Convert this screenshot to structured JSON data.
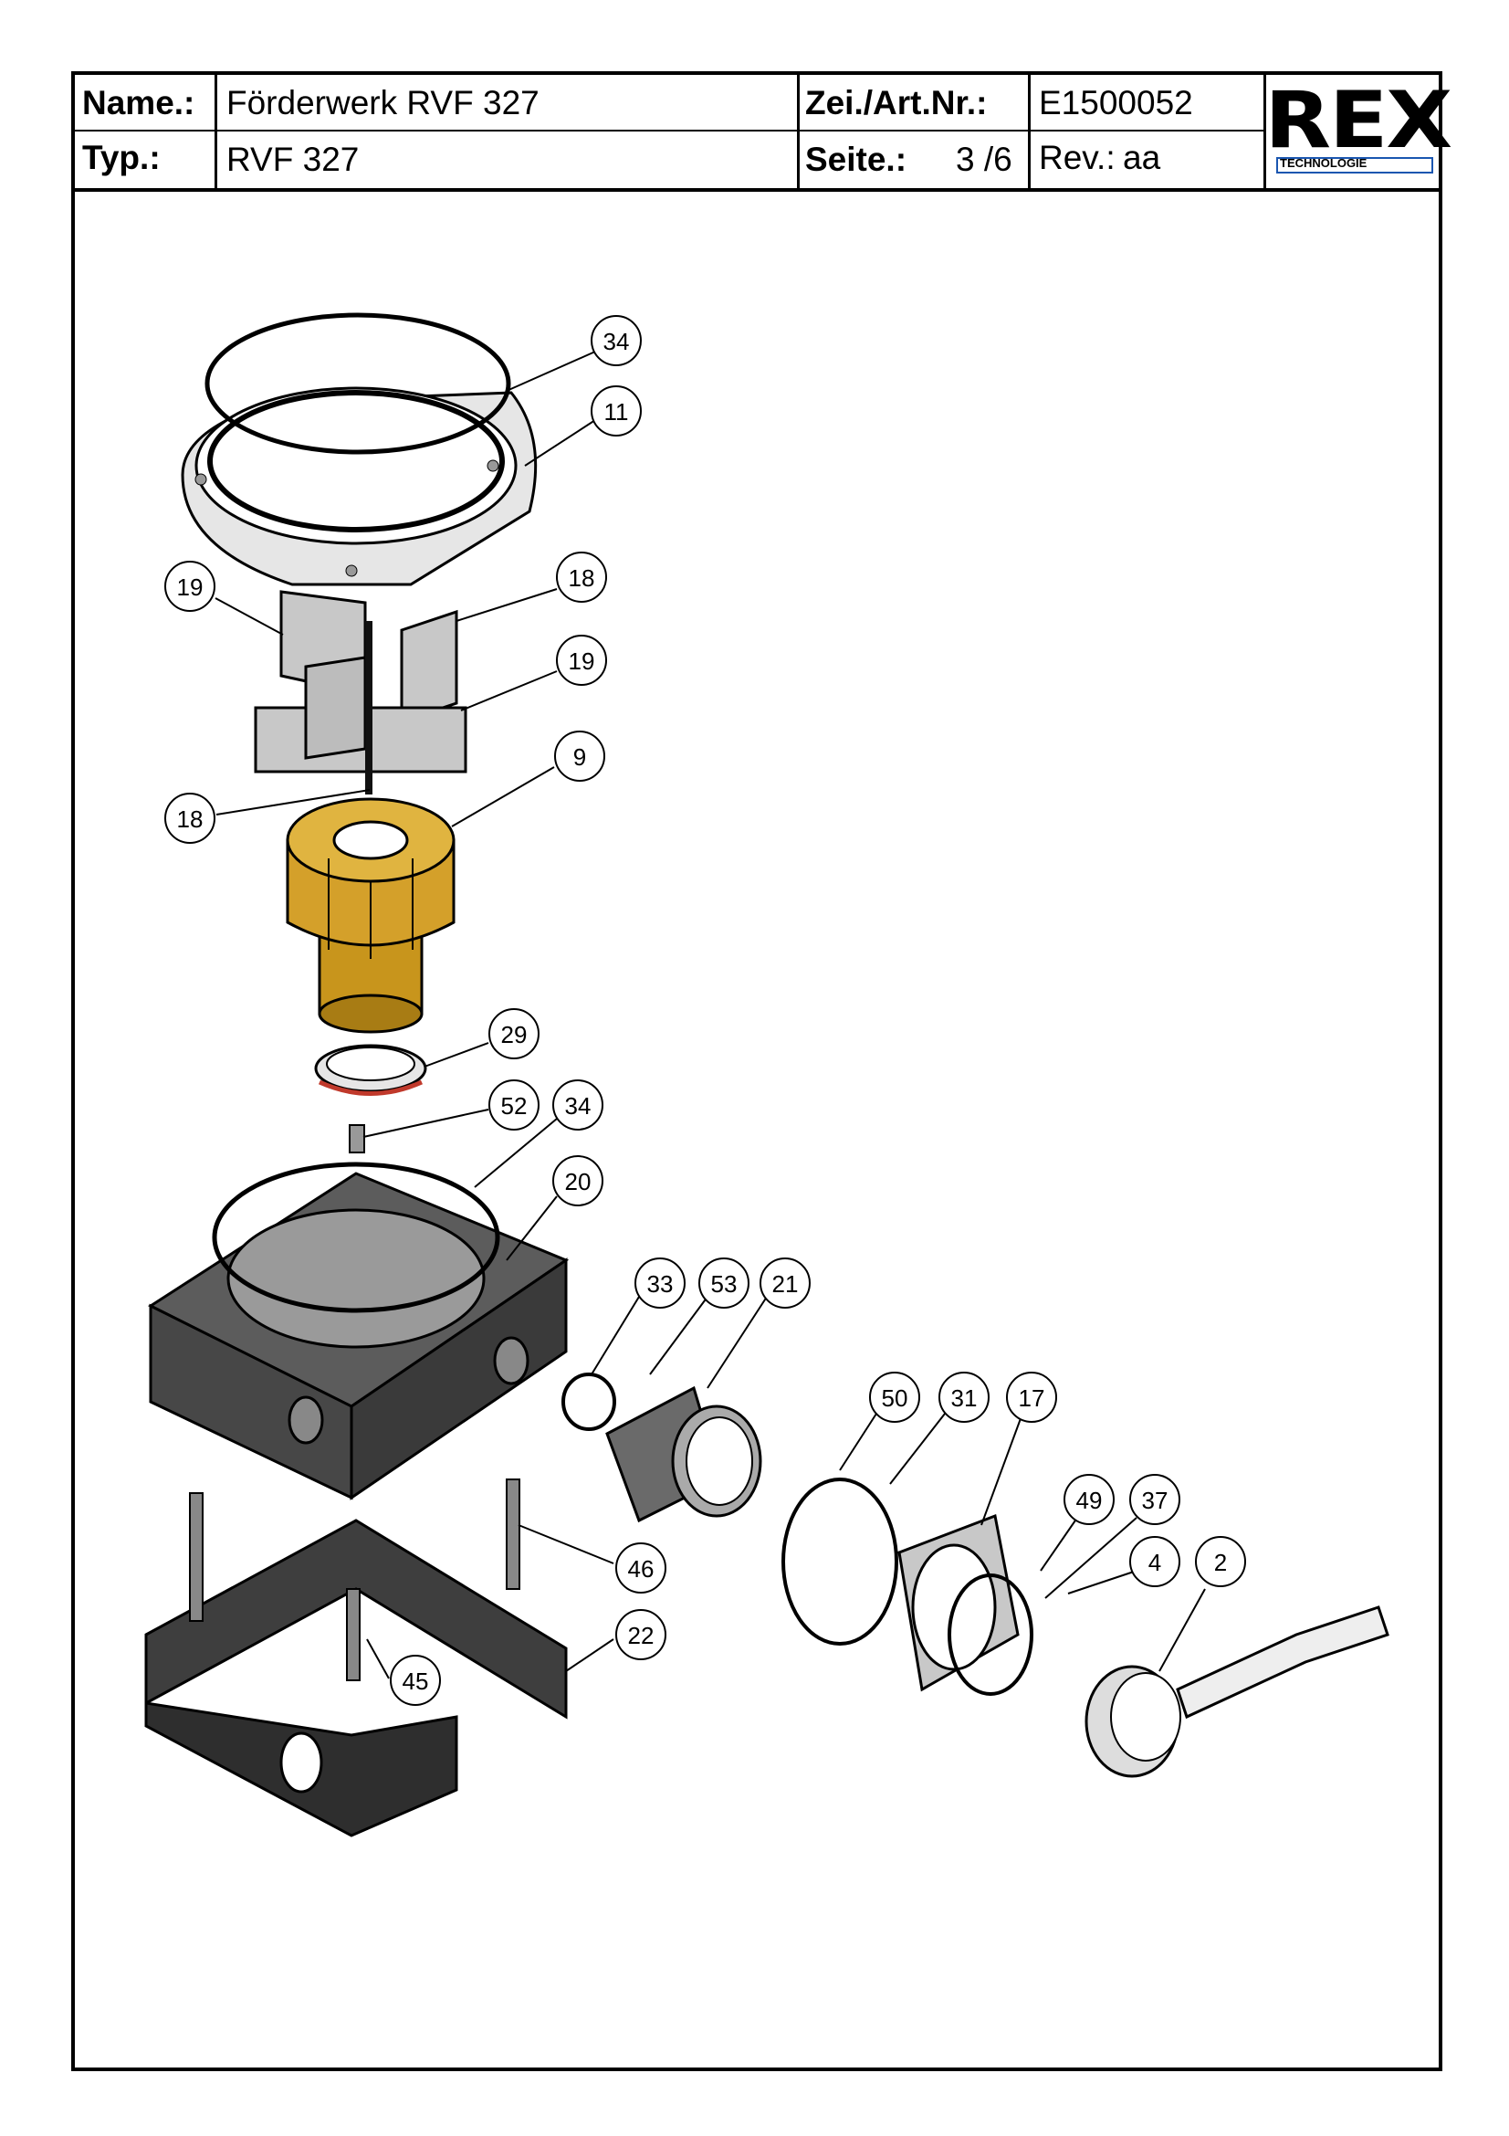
{
  "title_block": {
    "name_label": "Name.:",
    "name_value": "Förderwerk RVF 327",
    "typ_label": "Typ.:",
    "typ_value": "RVF 327",
    "zei_label": "Zei./Art.Nr.:",
    "zei_value": "E1500052",
    "seite_label": "Seite.:",
    "seite_value": "3 /6",
    "rev_label": "Rev.:",
    "rev_value": "aa",
    "logo_text": "REX",
    "logo_subtext": "TECHNOLOGIE"
  },
  "callouts": [
    "34",
    "11",
    "19",
    "18",
    "19",
    "9",
    "18",
    "29",
    "52",
    "34",
    "20",
    "33",
    "53",
    "21",
    "50",
    "31",
    "17",
    "49",
    "37",
    "4",
    "2",
    "46",
    "22",
    "45"
  ],
  "colors": {
    "line": "#000000",
    "brass": "#c8951c",
    "housing": "#4a4a4a",
    "plate": "#c8c8c8",
    "seal_red": "#c0392b"
  }
}
